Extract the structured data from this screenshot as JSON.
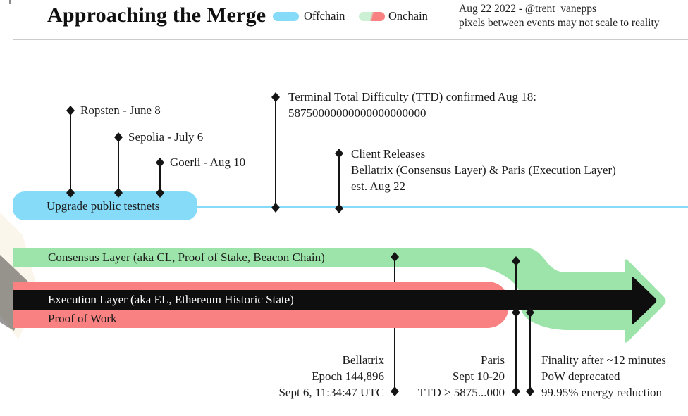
{
  "header": {
    "title": "Approaching the Merge",
    "credit_line1": "Aug 22 2022 - @trent_vanepps",
    "credit_line2": "pixels between events may not scale to reality",
    "legend": {
      "offchain": "Offchain",
      "onchain": "Onchain"
    }
  },
  "colors": {
    "offchain": "#85dbf8",
    "onchain_green": "#9ce4a9",
    "onchain_green_light": "#cbf0d4",
    "onchain_red": "#f98181",
    "arrow_black": "#0e0e0e",
    "marker": "#141414",
    "text": "#1b1b1b",
    "divider": "#cccccc"
  },
  "bars": {
    "testnets_label": "Upgrade public testnets",
    "consensus_label": "Consensus Layer (aka CL, Proof of Stake, Beacon Chain)",
    "execution_label": "Execution Layer (aka EL, Ethereum Historic State)",
    "pow_label": "Proof of Work"
  },
  "events": {
    "ropsten": "Ropsten - June 8",
    "sepolia": "Sepolia - July 6",
    "goerli": "Goerli - Aug 10",
    "ttd_line1": "Terminal Total Difficulty (TTD) confirmed Aug 18:",
    "ttd_line2": "58750000000000000000000",
    "client_line1": "Client Releases",
    "client_line2": "Bellatrix (Consensus Layer) & Paris (Execution Layer)",
    "client_line3": "est. Aug 22",
    "bellatrix_line1": "Bellatrix",
    "bellatrix_line2": "Epoch 144,896",
    "bellatrix_line3": "Sept 6, 11:34:47 UTC",
    "paris_line1": "Paris",
    "paris_line2": "Sept 10-20",
    "paris_line3": "TTD ≥ 5875...000",
    "finality_line1": "Finality after ~12 minutes",
    "finality_line2": "PoW deprecated",
    "finality_line3": "99.95% energy reduction"
  }
}
